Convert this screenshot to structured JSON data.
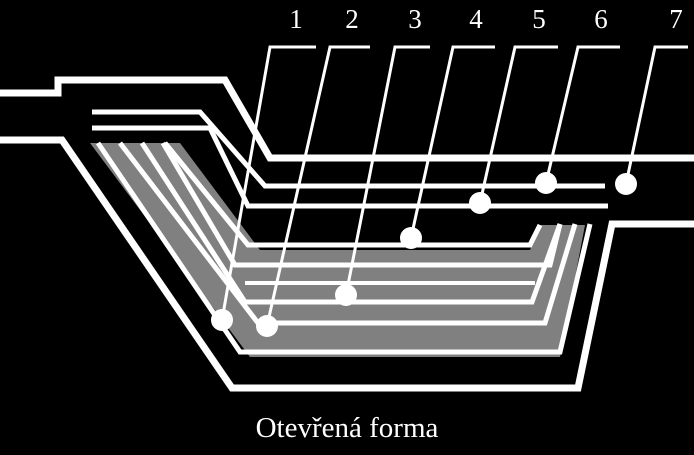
{
  "colors": {
    "background": "#000000",
    "lines": "#ffffff",
    "fill": "#808080"
  },
  "labels": [
    "1",
    "2",
    "3",
    "4",
    "5",
    "6",
    "7"
  ],
  "caption": "Otevřená forma"
}
